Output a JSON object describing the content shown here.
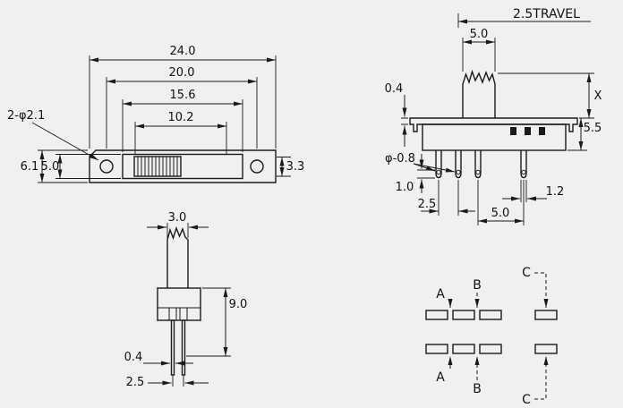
{
  "colors": {
    "background": "#f0f0f0",
    "ink": "#1a1a1a"
  },
  "top_view": {
    "overall_width": "24.0",
    "hole_pitch": "20.0",
    "slot_width": "15.6",
    "opening_width": "10.2",
    "hole_callout": "2-φ2.1",
    "overall_height": "6.1",
    "slot_height": "5.0",
    "knob_width": "3.3"
  },
  "front_view": {
    "travel_label": "2.5TRAVEL",
    "knob_width": "5.0",
    "plate_thickness": "0.4",
    "knob_height": "X",
    "body_height": "5.5",
    "pin_hole": "φ-0.8",
    "pin_tip_length": "1.0",
    "pin_pitch_small": "2.5",
    "pin_pitch_large": "5.0",
    "pin_width": "1.2"
  },
  "side_view": {
    "knob_thickness": "3.0",
    "body_height": "9.0",
    "pin_thickness": "0.4",
    "pin_pitch": "2.5"
  },
  "schematic": {
    "top_labels": [
      "A",
      "B",
      "C"
    ],
    "bottom_labels": [
      "A",
      "B",
      "C"
    ]
  }
}
